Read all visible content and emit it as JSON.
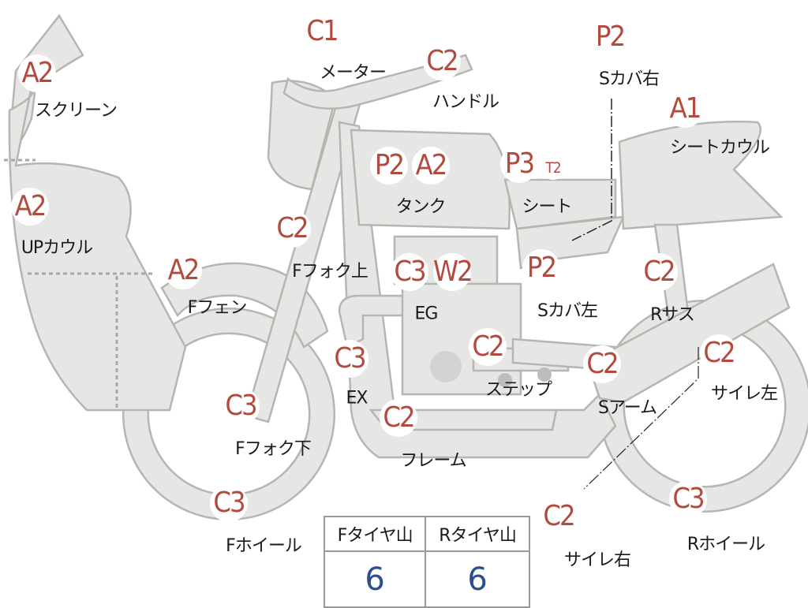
{
  "parts": [
    {
      "id": "screen",
      "code": "A2",
      "label": "スクリーン"
    },
    {
      "id": "up-cowl",
      "code": "A2",
      "label": "UPカウル"
    },
    {
      "id": "front-fender",
      "code": "A2",
      "label": "Fフェン"
    },
    {
      "id": "meter",
      "code": "C1",
      "label": "メーター"
    },
    {
      "id": "handle",
      "code": "C2",
      "label": "ハンドル"
    },
    {
      "id": "front-fork-upper",
      "code": "C2",
      "label": "Fフォク上"
    },
    {
      "id": "front-fork-lower",
      "code": "C3",
      "label": "Fフォク下"
    },
    {
      "id": "front-wheel",
      "code": "C3",
      "label": "Fホイール"
    },
    {
      "id": "exhaust",
      "code": "C3",
      "label": "EX"
    },
    {
      "id": "tank",
      "codes": [
        "P2",
        "A2"
      ],
      "label": "タンク"
    },
    {
      "id": "engine",
      "codes": [
        "C3",
        "W2"
      ],
      "label": "EG"
    },
    {
      "id": "frame",
      "code": "C2",
      "label": "フレーム"
    },
    {
      "id": "step",
      "code": "C2",
      "label": "ステップ"
    },
    {
      "id": "seat",
      "codes": [
        "P3",
        "T2"
      ],
      "label": "シート"
    },
    {
      "id": "side-cover-right",
      "code": "P2",
      "label": "Sカバ右"
    },
    {
      "id": "side-cover-left",
      "code": "P2",
      "label": "Sカバ左"
    },
    {
      "id": "seat-cowl",
      "code": "A1",
      "label": "シートカウル"
    },
    {
      "id": "rear-suspension",
      "code": "C2",
      "label": "Rサス"
    },
    {
      "id": "swing-arm",
      "code": "C2",
      "label": "Sアーム"
    },
    {
      "id": "muffler-left",
      "code": "C2",
      "label": "サイレ左"
    },
    {
      "id": "muffler-right",
      "code": "C2",
      "label": "サイレ右"
    },
    {
      "id": "rear-wheel",
      "code": "C3",
      "label": "Rホイール"
    }
  ],
  "tire_tread": {
    "front_label": "Fタイヤ山",
    "rear_label": "Rタイヤ山",
    "front_value": "6",
    "rear_value": "6"
  },
  "colors": {
    "code_text": "#b24a3e",
    "part_fill": "#e6e6e4",
    "value_text": "#2a4f8f"
  }
}
